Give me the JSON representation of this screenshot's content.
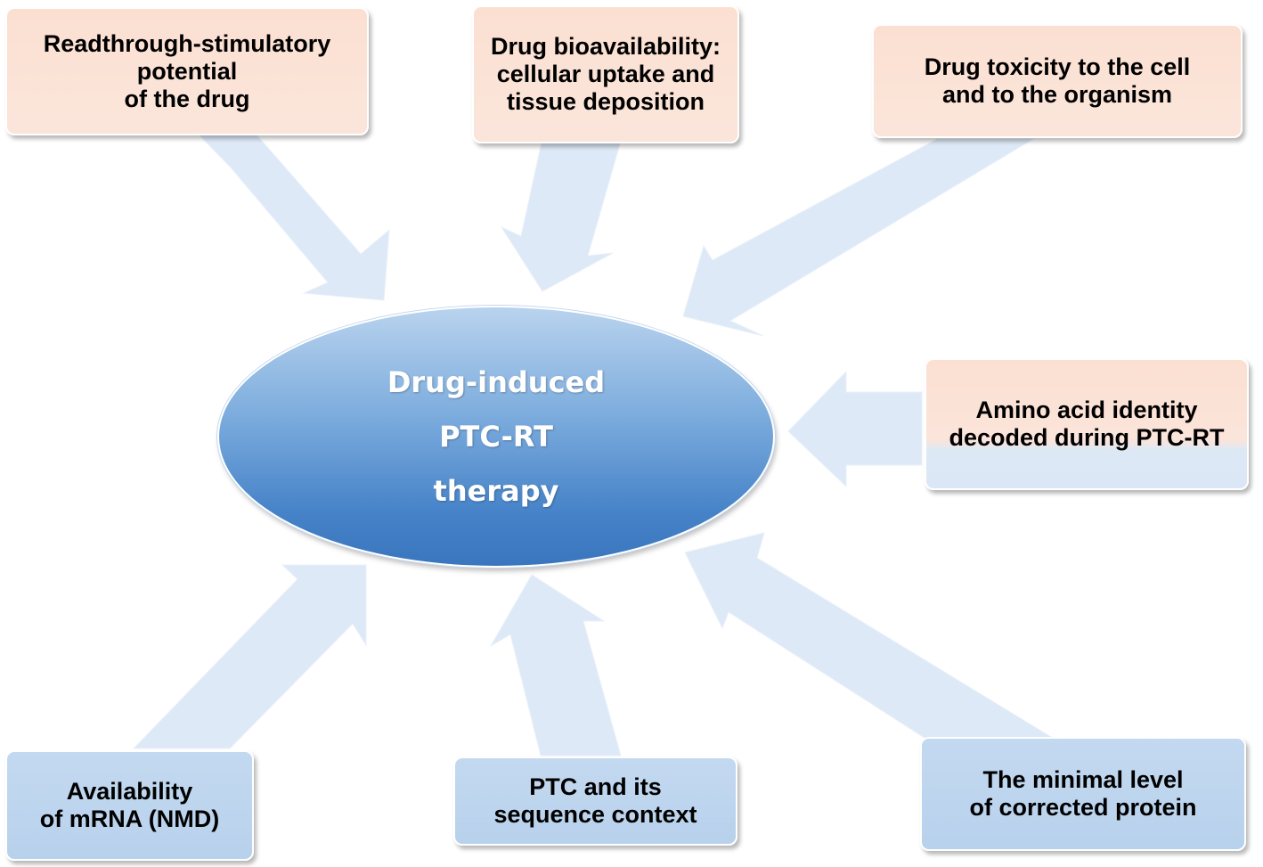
{
  "center": {
    "lines": [
      "Drug-induced",
      "PTC-RT",
      "therapy"
    ]
  },
  "factors": [
    {
      "id": "readthrough",
      "lines": [
        "Readthrough-stimulatory",
        "potential",
        "of the drug"
      ]
    },
    {
      "id": "bioavailability",
      "lines": [
        "Drug bioavailability:",
        "cellular uptake and",
        "tissue deposition"
      ]
    },
    {
      "id": "toxicity",
      "lines": [
        "Drug toxicity to the cell",
        "and to the organism"
      ]
    },
    {
      "id": "amino-acid",
      "lines": [
        "Amino acid identity",
        "decoded during PTC-RT"
      ]
    },
    {
      "id": "mrna",
      "lines": [
        "Availability",
        "of mRNA (NMD)"
      ]
    },
    {
      "id": "ptc-context",
      "lines": [
        "PTC and its",
        "sequence context"
      ]
    },
    {
      "id": "protein-level",
      "lines": [
        "The minimal level",
        "of corrected protein"
      ]
    }
  ],
  "colors": {
    "arrow": "#dde9f6",
    "peach_box": "#fbe2d6",
    "blue_box": "#bcd4ee",
    "ellipse": "#4a86c9"
  }
}
